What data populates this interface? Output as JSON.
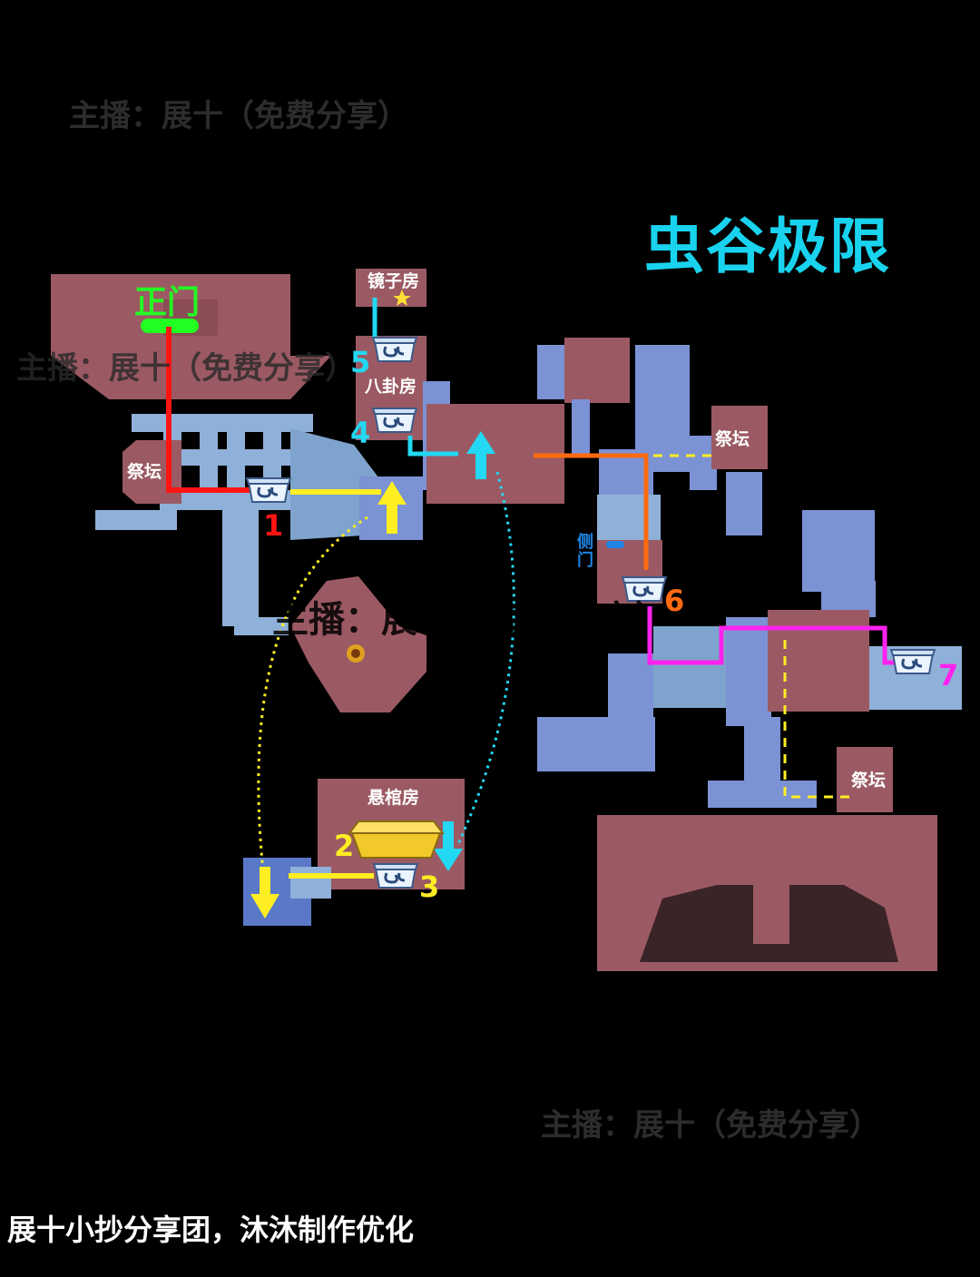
{
  "title": "虫谷极限",
  "watermark": "主播：展十（免费分享）",
  "credit": "展十小抄分享团，沐沐制作优化",
  "rooms": {
    "entrance": "正门",
    "altar": "祭坛",
    "mirror": "镜子房",
    "bagua": "八卦房",
    "coffin": "悬棺房",
    "side_door": "侧门"
  },
  "route_numbers": [
    "1",
    "2",
    "3",
    "4",
    "5",
    "6",
    "7"
  ],
  "colors": {
    "background": "#000000",
    "room_red": "#9b5a63",
    "corridor_blue": "#6f86b8",
    "corridor_light": "#8fb0d8",
    "title_cyan": "#19d3ee",
    "route_red": "#ff1414",
    "route_yellow": "#ffee22",
    "route_cyan": "#22d8f2",
    "route_orange": "#ff6a10",
    "route_magenta": "#ff22ee",
    "route_green": "#22ff22"
  },
  "icons": [
    "chest-icon",
    "golden-chest-icon",
    "star-icon",
    "arrow-up-icon",
    "arrow-down-icon",
    "portal-icon"
  ]
}
